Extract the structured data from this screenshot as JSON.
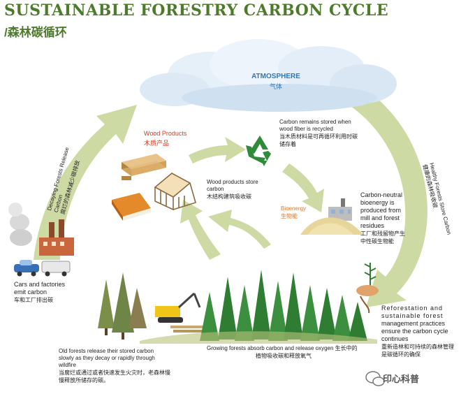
{
  "title": "SUSTAINABLE FORESTRY CARBON CYCLE",
  "subtitle": "/森林碳循环",
  "atmosphere": {
    "label": "ATMOSPHERE",
    "label_cn": "气体"
  },
  "wood_products": {
    "label": "Wood Products",
    "label_cn": "木质产品"
  },
  "wood_store": {
    "line1": "Wood products store",
    "line2": "carbon",
    "cn": "木结构建筑吸收碳"
  },
  "recycled": {
    "line1": "Carbon remains stored when",
    "line2": "wood fiber is recycled",
    "cn1": "当木质材料是可再循环利用时碳",
    "cn2": "储存着"
  },
  "bioenergy": {
    "label": "Bioenergy",
    "label_cn": "生物能"
  },
  "carbon_neutral": {
    "line1": "Carbon-neutral",
    "line2": "bioenergy is",
    "line3": "produced from",
    "line4": "mill and forest",
    "line5": "residues",
    "cn1": "工厂和残留物产生",
    "cn2": "中性碳生物能"
  },
  "decaying": {
    "line1": "Decaying Forests Release Carbon",
    "cn": "腐烂的森林减少碳排放"
  },
  "healthy": {
    "line1": "Healthy Forests Store Carbon",
    "cn": "健康的森林吸收碳"
  },
  "cars": {
    "line1": "Cars and factories",
    "line2": "emit carbon",
    "cn": "车和工厂排出碳"
  },
  "old_forests": {
    "line1": "Old forests release their stored carbon",
    "line2": "slowly as they decay or rapidly through",
    "line3": "wildfire",
    "cn1": "当腐烂或通过或者快速发生火灾时，老森林慢",
    "cn2": "慢释放所储存的碳。"
  },
  "growing": {
    "line1": "Growing forests absorb carbon and release oxygen 生长中的",
    "cn": "植物吸收碳和释放氧气"
  },
  "reforestation": {
    "line1": "Reforestation and",
    "line2": "sustainable forest",
    "line3": "management practices",
    "line4": "ensure the carbon cycle",
    "line5": "continues",
    "cn1": "重新造林和可持续的森林管理",
    "cn2": "是碳循环的确保"
  },
  "watermark": {
    "label": "印心科普"
  },
  "colors": {
    "title_green": "#4d7b2b",
    "arrow_green": "#c3d18a",
    "atmosphere_blue": "#2f78b8",
    "wood_products_red": "#d23a1e",
    "tree_green": "#2e7d32",
    "bioenergy_orange": "#e2772b"
  },
  "icons": [
    "cloud-icon",
    "recycle-icon",
    "lumber-icon",
    "house-frame-icon",
    "book-icon",
    "factory-icon",
    "car-icon",
    "mill-icon",
    "woodchip-pile-icon",
    "harvester-icon",
    "seedling-hand-icon",
    "forest-icon",
    "wechat-icon"
  ]
}
